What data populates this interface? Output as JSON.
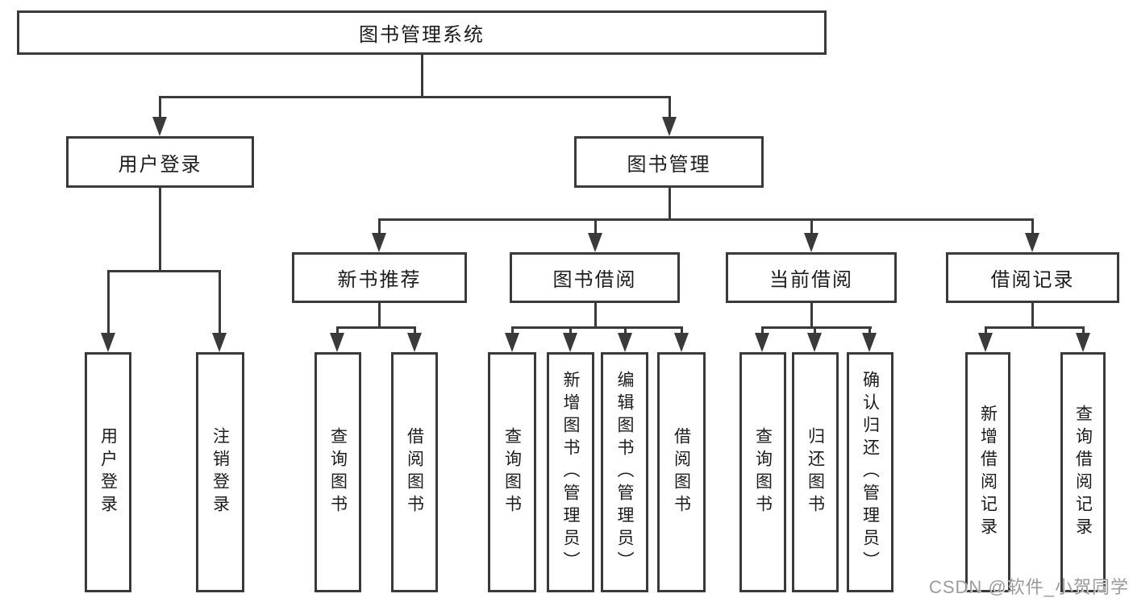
{
  "tree": {
    "label": "图书管理系统",
    "children": [
      {
        "label": "用户登录",
        "children": [
          {
            "label": "用户登录"
          },
          {
            "label": "注销登录"
          }
        ]
      },
      {
        "label": "图书管理",
        "children": [
          {
            "label": "新书推荐",
            "children": [
              {
                "label": "查询图书"
              },
              {
                "label": "借阅图书"
              }
            ]
          },
          {
            "label": "图书借阅",
            "children": [
              {
                "label": "查询图书"
              },
              {
                "label": "新增图书（管理员）"
              },
              {
                "label": "编辑图书（管理员）"
              },
              {
                "label": "借阅图书"
              }
            ]
          },
          {
            "label": "当前借阅",
            "children": [
              {
                "label": "查询图书"
              },
              {
                "label": "归还图书"
              },
              {
                "label": "确认归还（管理员）"
              }
            ]
          },
          {
            "label": "借阅记录",
            "children": [
              {
                "label": "新增借阅记录"
              },
              {
                "label": "查询借阅记录"
              }
            ]
          }
        ]
      }
    ]
  },
  "watermark": "CSDN @软件_小贺同学",
  "colors": {
    "line": "#3a3a3a",
    "text": "#1c1c1c",
    "watermark": "#9b9b9b",
    "background": "#ffffff"
  }
}
